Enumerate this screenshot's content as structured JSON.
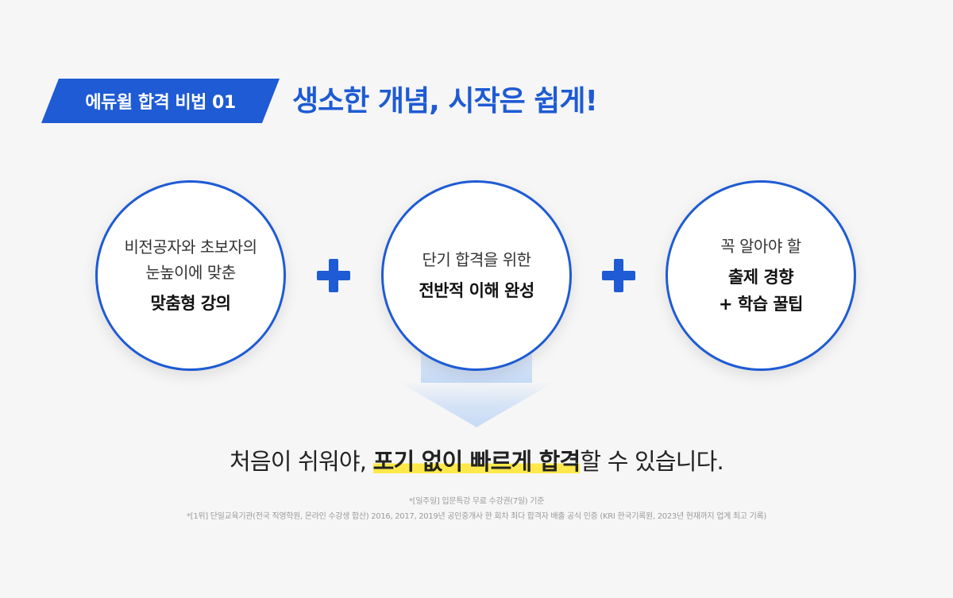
{
  "badge": {
    "label": "에듀윌 합격 비법 01"
  },
  "headline": "생소한 개념, 시작은 쉽게!",
  "circles": [
    {
      "line1": "비전공자와 초보자의",
      "line2": "눈높이에 맞춘",
      "bold1": "맞춤형 강의"
    },
    {
      "line1": "단기 합격을 위한",
      "bold1": "전반적 이해 완성"
    },
    {
      "line1": "꼭 알아야 할",
      "bold1": "출제 경향",
      "bold2": "+ 학습 꿀팁"
    }
  ],
  "tagline": {
    "before": "처음이 쉬워야, ",
    "highlight": "포기 없이 빠르게 합격",
    "after": "할 수 있습니다."
  },
  "notes": [
    "*[일주일] 입문특강 무료 수강권(7일) 기준",
    "*[1위] 단일교육기관(전국 직영학원, 온라인 수강생 합산) 2016, 2017, 2019년 공인중개사 한 회차 최다 합격자 배출 공식 인증 (KRI 한국기록원, 2023년 현재까지 업계 최고 기록)"
  ],
  "colors": {
    "accent": "#1e5bd4",
    "highlight": "#ffe94a",
    "background": "#f6f6f6"
  }
}
